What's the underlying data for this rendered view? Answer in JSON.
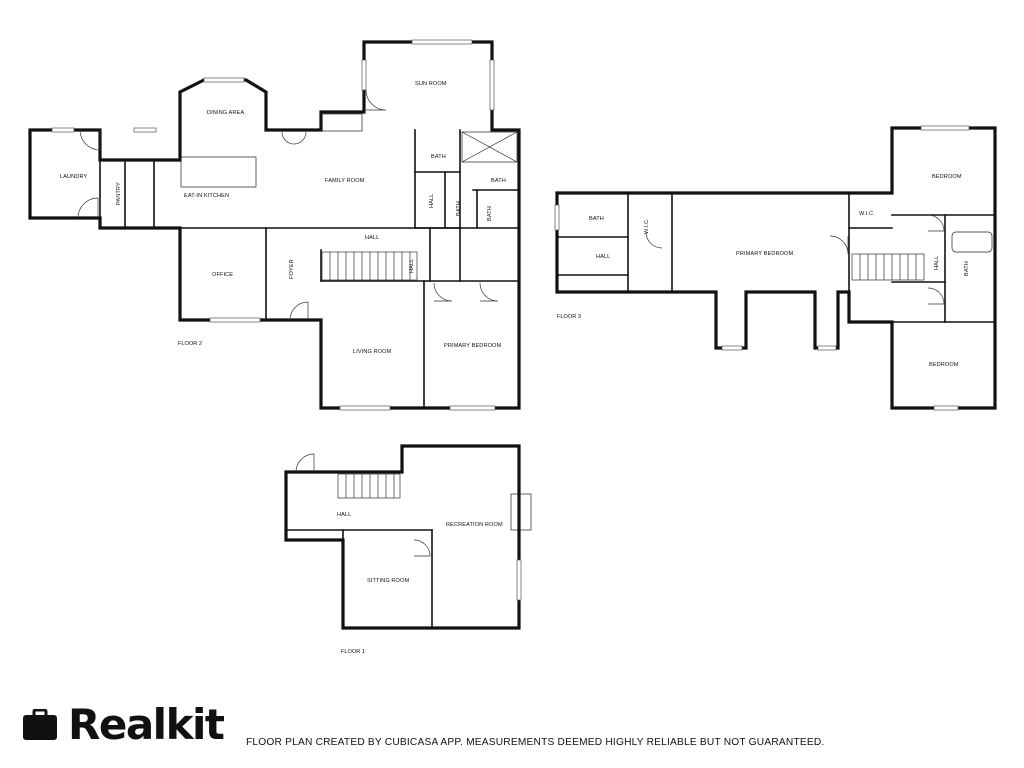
{
  "floors": [
    {
      "label": "FLOOR 2",
      "rooms": [
        "LAUNDRY",
        "PANTRY",
        "DINING AREA",
        "EAT-IN KITCHEN",
        "SUN ROOM",
        "FAMILY ROOM",
        "BATH",
        "BATH",
        "HALL",
        "BATH",
        "BATH",
        "HALL",
        "OFFICE",
        "FOYER",
        "HALL",
        "LIVING ROOM",
        "PRIMARY BEDROOM"
      ]
    },
    {
      "label": "FLOOR 3",
      "rooms": [
        "BATH",
        "W.I.C.",
        "HALL",
        "PRIMARY BEDROOM",
        "W.I.C.",
        "BEDROOM",
        "HALL",
        "BATH",
        "BEDROOM"
      ]
    },
    {
      "label": "FLOOR 1",
      "rooms": [
        "HALL",
        "RECREATION ROOM",
        "SITTING ROOM"
      ]
    }
  ],
  "brand": {
    "name": "Realkit",
    "icon": "briefcase-icon"
  },
  "footer": {
    "disclaimer": "FLOOR PLAN CREATED BY CUBICASA APP. MEASUREMENTS DEEMED HIGHLY RELIABLE BUT NOT GUARANTEED."
  }
}
